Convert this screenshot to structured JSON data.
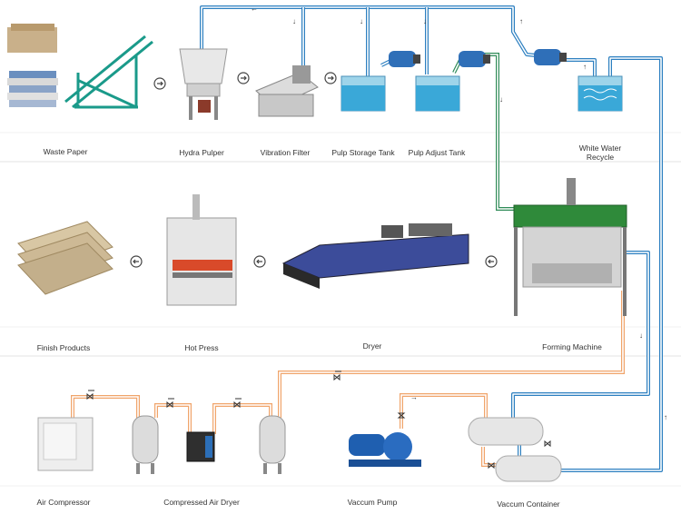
{
  "colors": {
    "water_pipe": "#2c7fc0",
    "pulp_pipe": "#2e8b57",
    "air_pipe": "#f0a46a",
    "machine_green": "#2f8a3a",
    "tank_water": "#3aa8d8",
    "pump_blue": "#1f5fb0",
    "divider": "#e3e3e3"
  },
  "labels": {
    "waste_paper": "Waste Paper",
    "hydra_pulper": "Hydra Pulper",
    "vibration_filter": "Vibration Filter",
    "pulp_storage_tank": "Pulp Storage Tank",
    "pulp_adjust_tank": "Pulp Adjust Tank",
    "white_water_recycle": "White Water Recycle",
    "finish_products": "Finish Products",
    "hot_press": "Hot Press",
    "dryer": "Dryer",
    "forming_machine": "Forming Machine",
    "air_compressor": "Air Compressor",
    "compressed_air_dryer": "Compressed Air Dryer",
    "vaccum_pump": "Vaccum Pump",
    "vaccum_container": "Vaccum Container"
  },
  "icons": [
    "arrow-right-circle-icon",
    "arrow-left-circle-icon",
    "valve-icon",
    "flow-arrow-icon"
  ]
}
